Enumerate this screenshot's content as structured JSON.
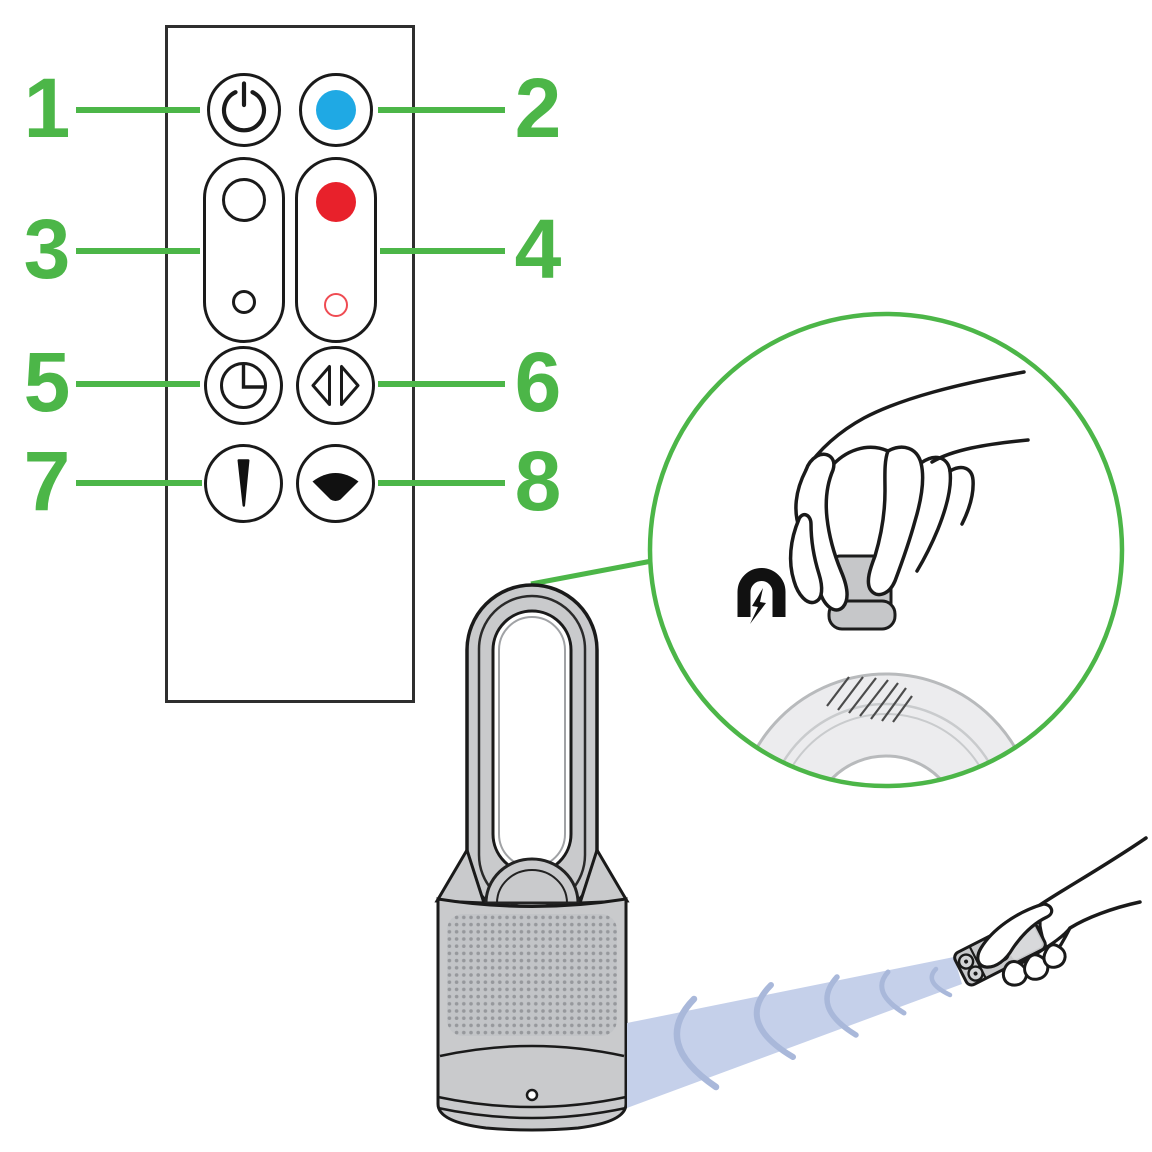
{
  "colors": {
    "callout_green": "#4CB648",
    "button_blue": "#1FA9E4",
    "button_red": "#E8212B",
    "device_gray": "#C9CACC",
    "beam_blue": "#C5D0EA",
    "signal_arc_blue": "#A9B8DA"
  },
  "callouts": {
    "left": [
      {
        "label": "1",
        "icon": "power-icon"
      },
      {
        "label": "3",
        "icon": "large-small-circle-rocker-icon"
      },
      {
        "label": "5",
        "icon": "timer-icon"
      },
      {
        "label": "7",
        "icon": "narrow-beam-icon"
      }
    ],
    "right": [
      {
        "label": "2",
        "icon": "blue-dot-icon"
      },
      {
        "label": "4",
        "icon": "red-dot-rocker-icon"
      },
      {
        "label": "6",
        "icon": "oscillation-icon"
      },
      {
        "label": "8",
        "icon": "wide-beam-icon"
      }
    ]
  },
  "inset": {
    "icon": "magnet-icon"
  }
}
